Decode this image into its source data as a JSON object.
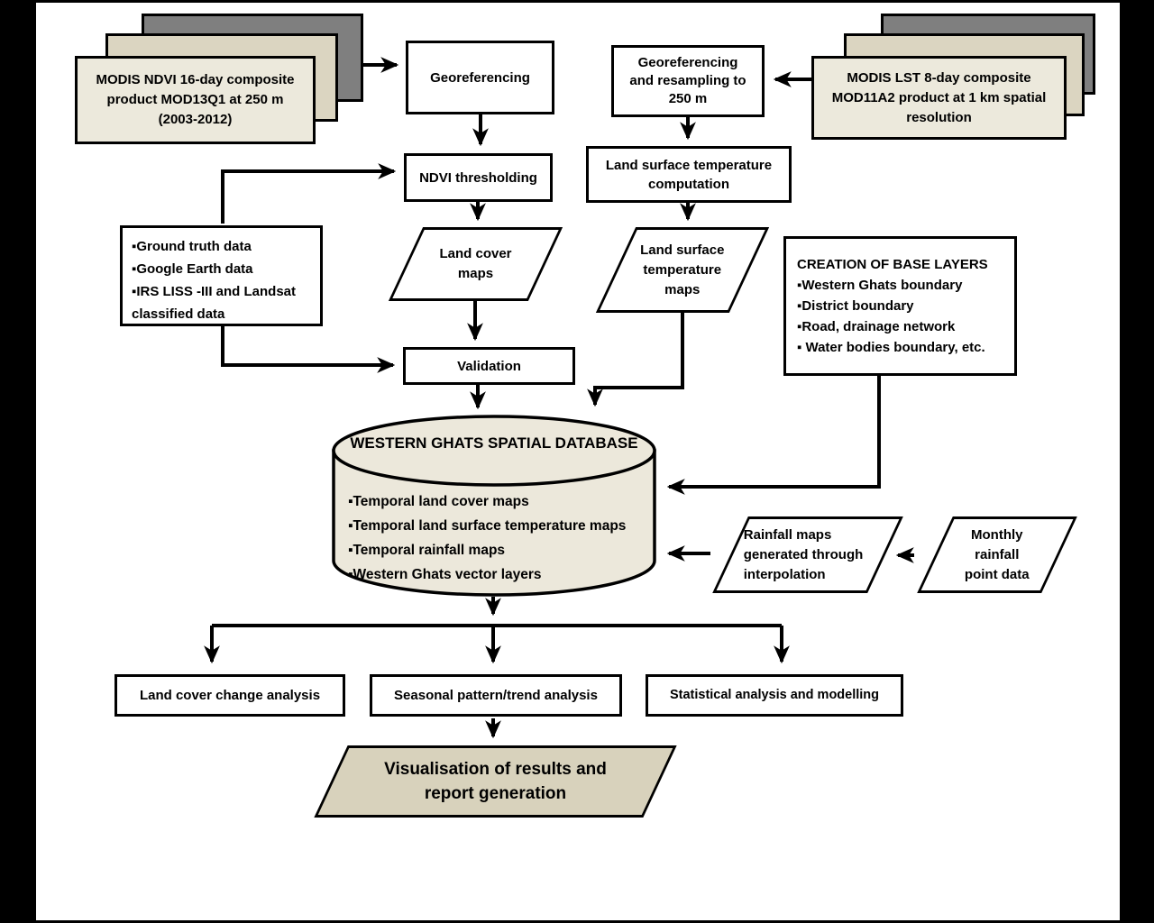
{
  "colors": {
    "background": "#ffffff",
    "letterbox": "#000000",
    "stroke": "#000000",
    "node_fill": "#ffffff",
    "stack_front_fill": "#ece9dc",
    "stack_middle_fill": "#dbd5c1",
    "stack_back_fill": "#7f7f7f",
    "cylinder_fill": "#ece8db",
    "result_fill": "#d8d2bc"
  },
  "nodes": {
    "modis_ndvi": {
      "lines": [
        "MODIS NDVI 16-day composite",
        "product MOD13Q1 at 250 m",
        "(2003-2012)"
      ]
    },
    "modis_lst": {
      "lines": [
        "MODIS LST 8-day composite",
        "MOD11A2 product at 1 km spatial",
        "resolution"
      ]
    },
    "georeferencing": {
      "label": "Georeferencing"
    },
    "georef_resampling": {
      "lines": [
        "Georeferencing",
        "and resampling to",
        "250 m"
      ]
    },
    "ndvi_thresholding": {
      "label": "NDVI thresholding"
    },
    "lst_computation": {
      "lines": [
        "Land surface temperature",
        "computation"
      ]
    },
    "land_cover_maps": {
      "lines": [
        "Land cover",
        "maps"
      ]
    },
    "lst_maps": {
      "lines": [
        "Land surface",
        "temperature",
        "maps"
      ]
    },
    "ground_truth": {
      "lines": [
        "▪Ground truth data",
        "▪Google Earth data",
        "▪IRS LISS -III and Landsat",
        "classified data"
      ]
    },
    "base_layers": {
      "title": "CREATION OF BASE LAYERS",
      "lines": [
        "▪Western Ghats boundary",
        "▪District boundary",
        "▪Road, drainage network",
        "▪ Water bodies boundary, etc."
      ]
    },
    "validation": {
      "label": "Validation"
    },
    "database": {
      "title": "WESTERN GHATS SPATIAL DATABASE",
      "lines": [
        "▪Temporal land cover maps",
        "▪Temporal land surface temperature maps",
        "▪Temporal rainfall maps",
        "▪Western Ghats vector layers"
      ]
    },
    "rainfall_maps": {
      "lines": [
        "Rainfall maps",
        "generated through",
        "interpolation"
      ]
    },
    "monthly_rainfall": {
      "lines": [
        "Monthly",
        "rainfall",
        "point data"
      ]
    },
    "land_cover_change": {
      "label": "Land cover change analysis"
    },
    "seasonal_analysis": {
      "label": "Seasonal pattern/trend analysis"
    },
    "statistical_analysis": {
      "label": "Statistical analysis and modelling"
    },
    "visualisation": {
      "lines": [
        "Visualisation of results and",
        "report generation"
      ]
    }
  }
}
